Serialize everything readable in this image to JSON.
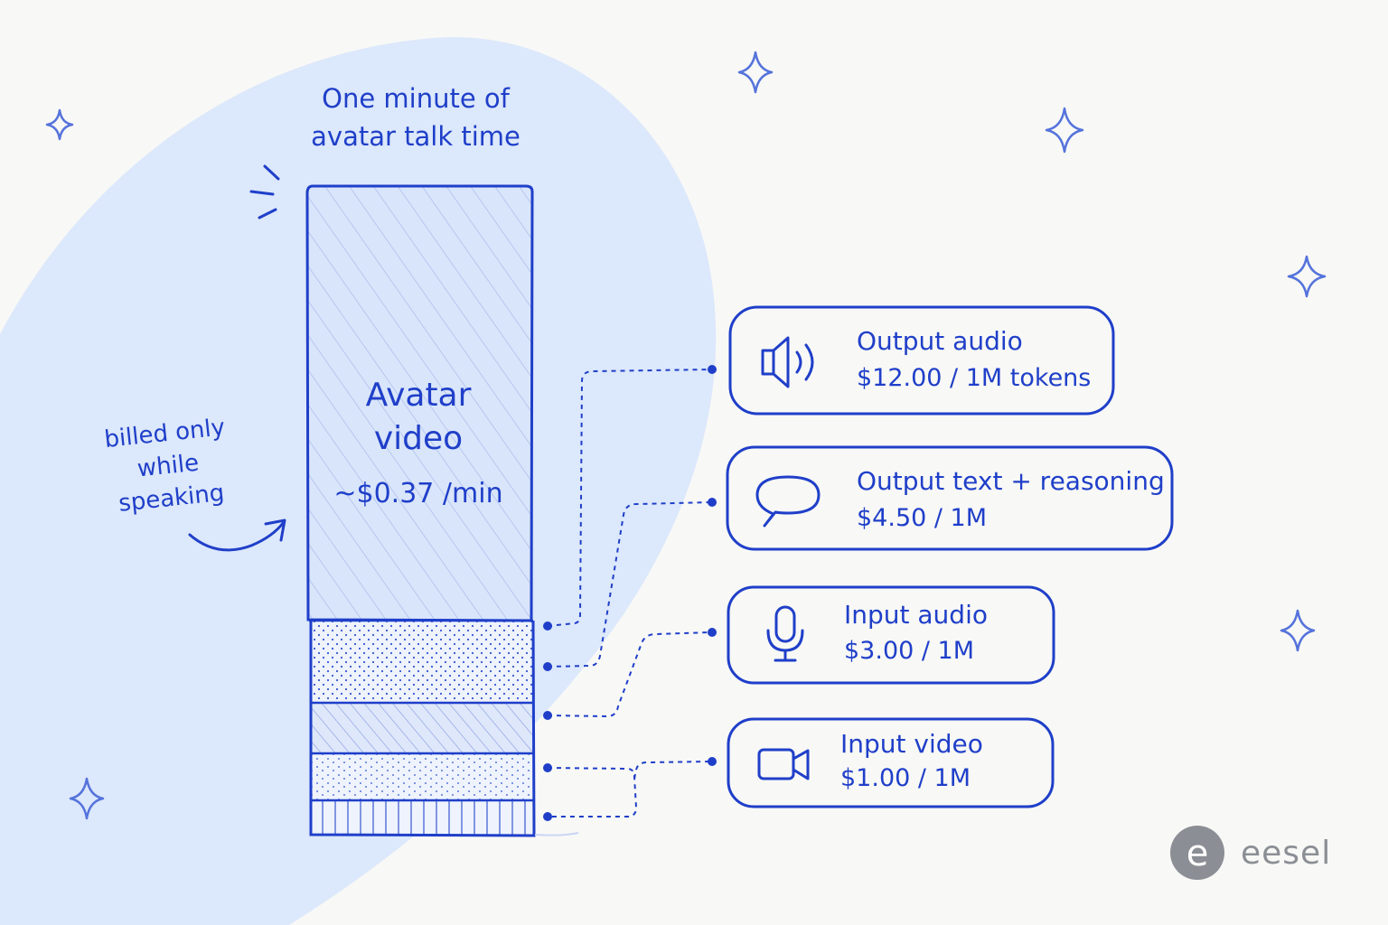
{
  "header": {
    "line1": "One minute of",
    "line2": "avatar talk time"
  },
  "note": {
    "line1": "billed only",
    "line2": "while",
    "line3": "speaking"
  },
  "bar": {
    "title_line1": "Avatar",
    "title_line2": "video",
    "price": "~$0.37 /min"
  },
  "cards": [
    {
      "label": "Output audio",
      "price": "$12.00 / 1M tokens",
      "icon": "speaker-icon"
    },
    {
      "label": "Output text + reasoning",
      "price": "$4.50 / 1M",
      "icon": "speech-bubble-icon"
    },
    {
      "label": "Input audio",
      "price": "$3.00 / 1M",
      "icon": "microphone-icon"
    },
    {
      "label": "Input video",
      "price": "$1.00 / 1M",
      "icon": "video-camera-icon"
    }
  ],
  "brand": {
    "name": "eesel",
    "logo_letter": "e"
  },
  "colors": {
    "ink": "#1f3fc9",
    "blob": "#dce8fb",
    "background": "#f8f8f6",
    "brand_gray": "#8b8f95"
  }
}
